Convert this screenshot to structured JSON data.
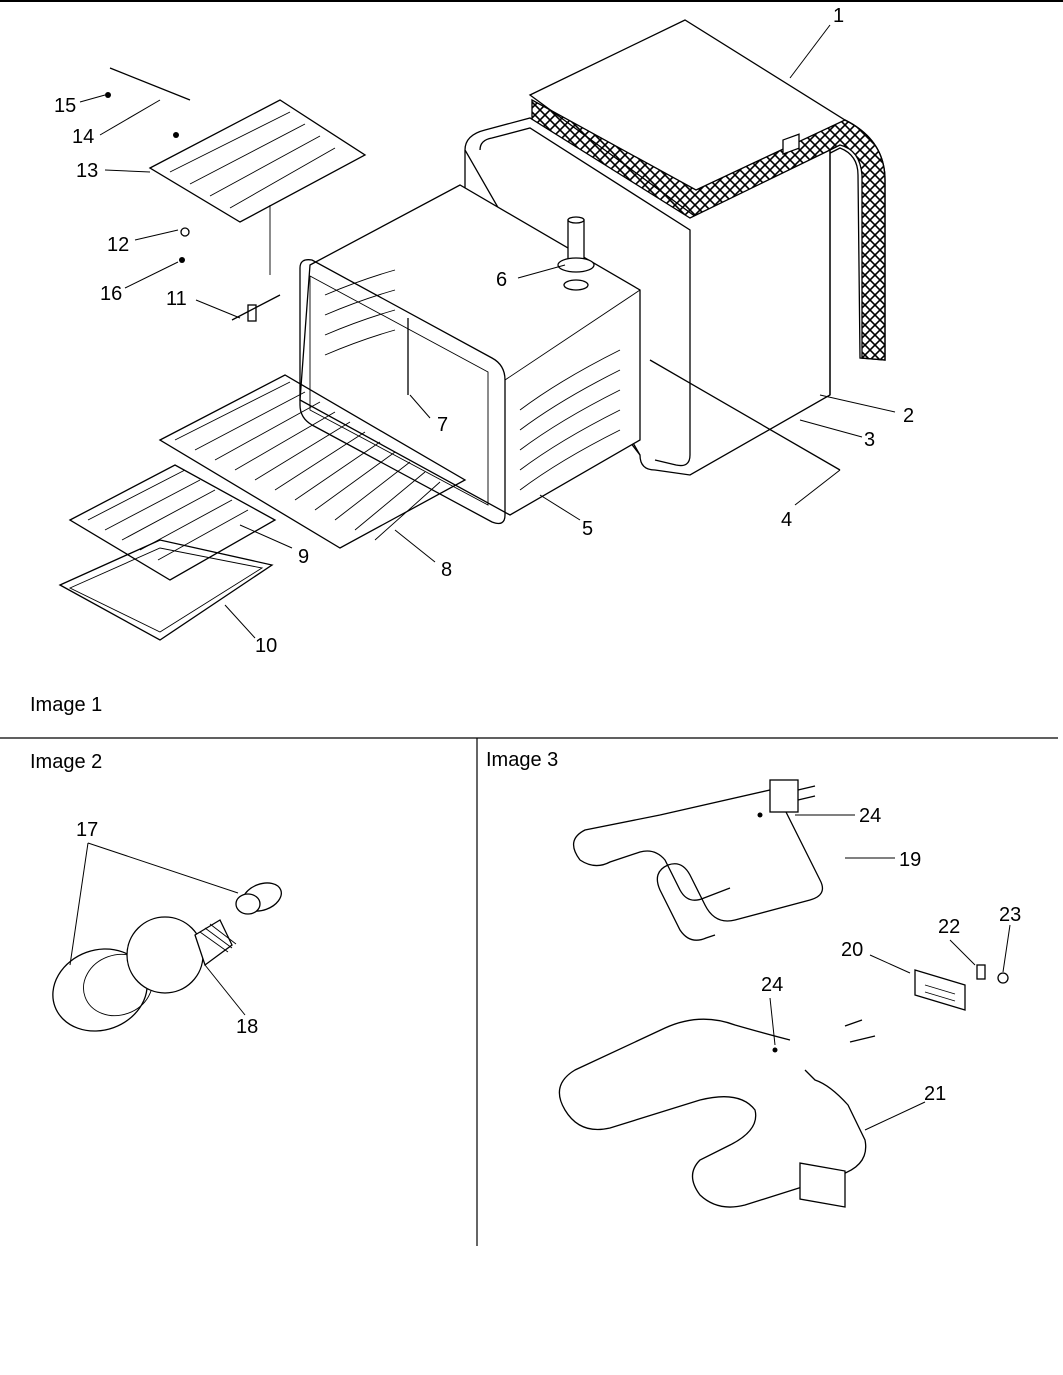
{
  "panels": [
    {
      "id": "image1",
      "label": "Image 1"
    },
    {
      "id": "image2",
      "label": "Image 2"
    },
    {
      "id": "image3",
      "label": "Image 3"
    }
  ],
  "callouts": {
    "p1": "1",
    "p2": "2",
    "p3": "3",
    "p4": "4",
    "p5": "5",
    "p6": "6",
    "p7": "7",
    "p8": "8",
    "p9": "9",
    "p10": "10",
    "p11": "11",
    "p12": "12",
    "p13": "13",
    "p14": "14",
    "p15": "15",
    "p16": "16",
    "p17": "17",
    "p18": "18",
    "p19": "19",
    "p20": "20",
    "p21": "21",
    "p22": "22",
    "p23": "23",
    "p24a": "24",
    "p24b": "24"
  }
}
